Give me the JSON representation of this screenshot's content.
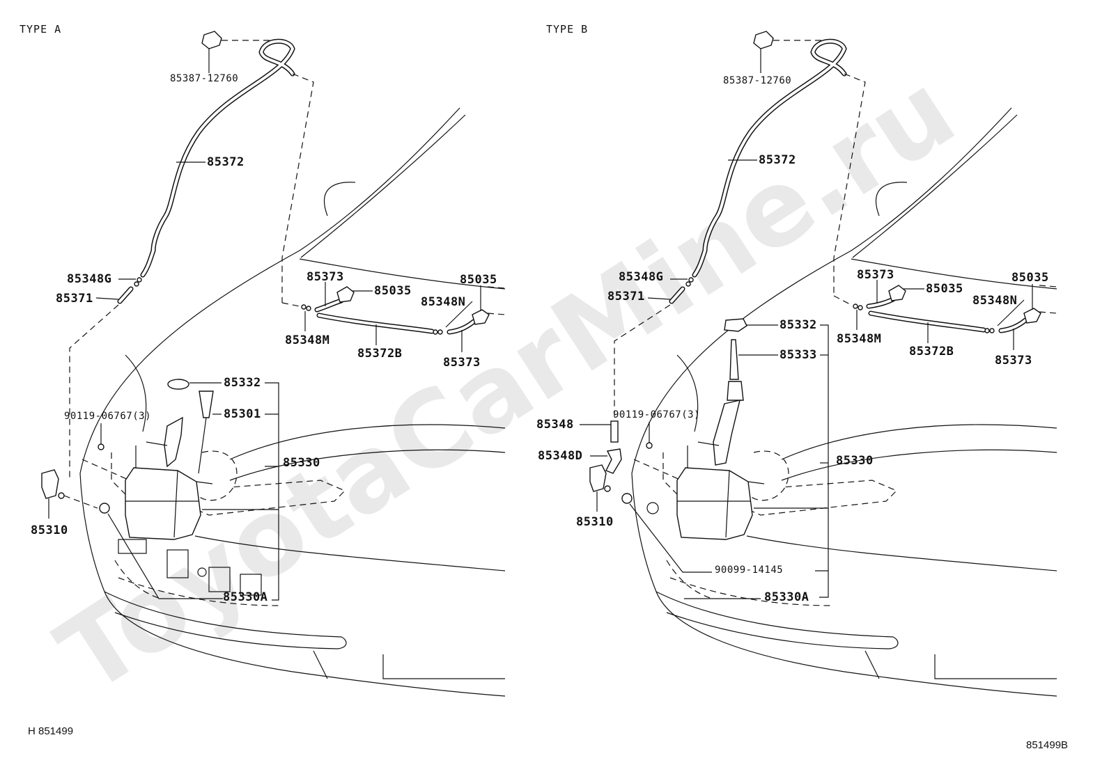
{
  "watermark": "ToyotaCarMine.ru",
  "diagram_ids": {
    "left": "H 851499",
    "right": "851499B"
  },
  "panels": [
    {
      "title": "TYPE A",
      "labels": {
        "clip": "85387-12760",
        "hose_main": "85372",
        "joint_g": "85348G",
        "tube": "85371",
        "hose_nozzle_left": "85373",
        "nozzle_left": "85035",
        "nozzle_right": "85035",
        "joint_n": "85348N",
        "joint_m": "85348M",
        "hose_b": "85372B",
        "hose_nozzle_right": "85373",
        "gasket": "85332",
        "bolt": "90119-06767(3)",
        "inlet": "85301",
        "tank": "85330",
        "motor": "85310",
        "tank_sub": "85330A"
      }
    },
    {
      "title": "TYPE B",
      "labels": {
        "clip": "85387-12760",
        "hose_main": "85372",
        "joint_g": "85348G",
        "tube": "85371",
        "hose_nozzle_left": "85373",
        "nozzle_left": "85035",
        "nozzle_right": "85035",
        "joint_n": "85348N",
        "joint_m": "85348M",
        "hose_b": "85372B",
        "hose_nozzle_right": "85373",
        "gasket": "85332",
        "inlet": "85333",
        "bolt": "90119-06767(3)",
        "joint": "85348",
        "joint_d": "85348D",
        "tank": "85330",
        "motor": "85310",
        "grommet": "90099-14145",
        "tank_sub": "85330A"
      }
    }
  ]
}
